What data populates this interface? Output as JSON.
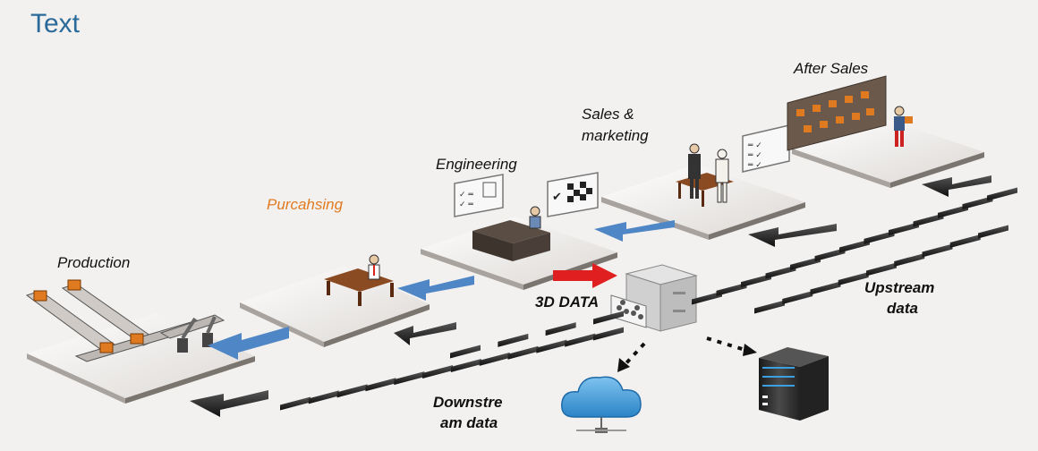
{
  "title": "Text",
  "stages": {
    "production": "Production",
    "purchasing": "Purcahsing",
    "engineering": "Engineering",
    "sales_line1": "Sales &",
    "sales_line2": "marketing",
    "after_sales": "After Sales"
  },
  "center": {
    "label": "3D DATA"
  },
  "flows": {
    "upstream_line1": "Upstream",
    "upstream_line2": "data",
    "downstream_line1": "Downstre",
    "downstream_line2": "am data"
  },
  "colors": {
    "title": "#2a6a9a",
    "purchasing_label": "#e07a20",
    "blue_arrow": "#4f86c6",
    "red_arrow": "#e02020",
    "platform": "#e7e4e1",
    "platform_edge": "#8a8580"
  }
}
